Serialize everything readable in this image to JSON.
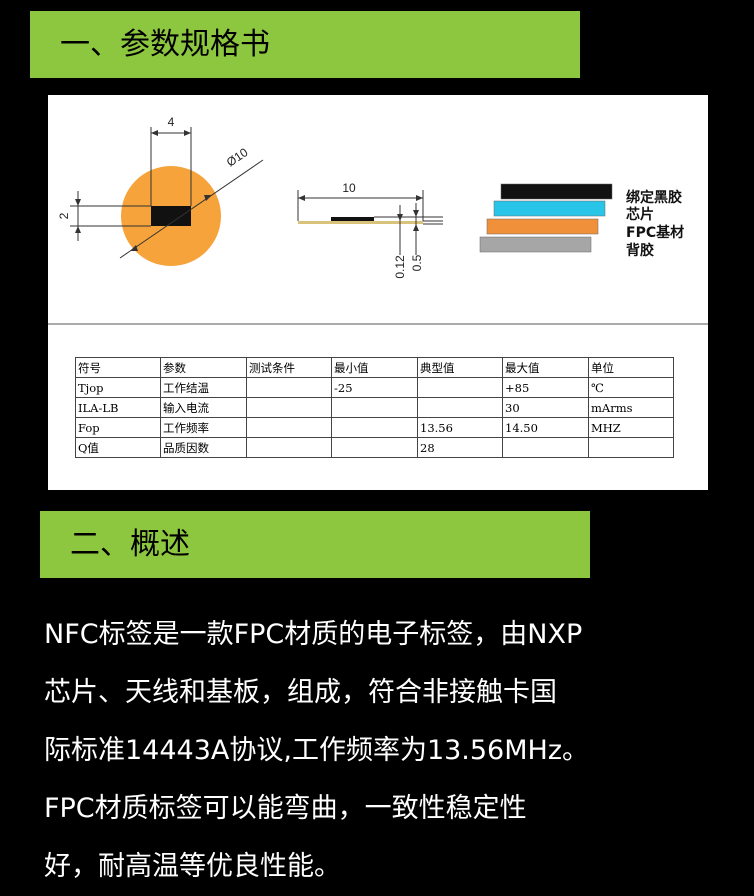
{
  "section1": {
    "title": "一、参数规格书"
  },
  "section2": {
    "title": "二、概述"
  },
  "diagram": {
    "dim_width_small": "4",
    "dim_diameter": "Ø10",
    "dim_height_small": "2",
    "dim_length": "10",
    "dim_thickness_a": "0.12",
    "dim_thickness_b": "0.5",
    "layers": [
      {
        "label": "绑定黑胶",
        "color": "#111111"
      },
      {
        "label": "芯片",
        "color": "#29c5e8"
      },
      {
        "label": "FPC基材",
        "color": "#f0903a"
      },
      {
        "label": "背胶",
        "color": "#a6a6a6"
      }
    ],
    "disc_color": "#f5a33a"
  },
  "table": {
    "headers": [
      "符号",
      "参数",
      "测试条件",
      "最小值",
      "典型值",
      "最大值",
      "单位"
    ],
    "rows": [
      [
        "Tjop",
        "工作结温",
        "",
        "-25",
        "",
        "+85",
        "℃"
      ],
      [
        "ILA-LB",
        "输入电流",
        "",
        "",
        "",
        "30",
        "mArms"
      ],
      [
        "Fop",
        "工作频率",
        "",
        "",
        "13.56",
        "14.50",
        "MHZ"
      ],
      [
        "Q值",
        "品质因数",
        "",
        "",
        "28",
        "",
        ""
      ]
    ]
  },
  "overview": {
    "lines": [
      "NFC标签是一款FPC材质的电子标签，由NXP",
      "芯片、天线和基板，组成，符合非接触卡国",
      "际标准14443A协议,工作频率为13.56MHz。",
      "FPC材质标签可以能弯曲，一致性稳定性",
      "好，耐高温等优良性能。"
    ]
  }
}
